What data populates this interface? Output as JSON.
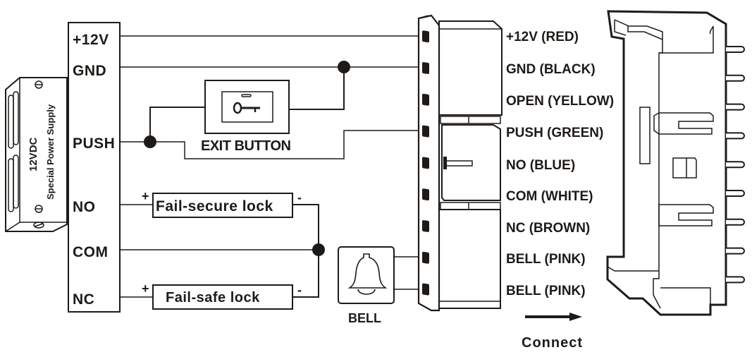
{
  "power_supply": {
    "voltage_label": "12VDC",
    "name_label": "Special Power Supply"
  },
  "controller_terminals": [
    {
      "id": "12v",
      "label": "+12V"
    },
    {
      "id": "gnd",
      "label": "GND"
    },
    {
      "id": "push",
      "label": "PUSH"
    },
    {
      "id": "no",
      "label": "NO"
    },
    {
      "id": "com",
      "label": "COM"
    },
    {
      "id": "nc",
      "label": "NC"
    }
  ],
  "exit_button": {
    "label": "EXIT BUTTON",
    "icon": "key-icon"
  },
  "locks": [
    {
      "id": "fail-secure",
      "label": "Fail-secure lock",
      "plus": "+",
      "minus": "-"
    },
    {
      "id": "fail-safe",
      "label": "Fail-safe lock",
      "plus": "+",
      "minus": "-"
    }
  ],
  "bell": {
    "label": "BELL",
    "icon": "bell-icon"
  },
  "connector_wires": [
    {
      "label": "+12V (RED)",
      "color": "#d62828"
    },
    {
      "label": "GND (BLACK)",
      "color": "#000000"
    },
    {
      "label": "OPEN (YELLOW)",
      "color": "#f2c300"
    },
    {
      "label": "PUSH (GREEN)",
      "color": "#2e9b3a"
    },
    {
      "label": "NO (BLUE)",
      "color": "#1f57c3"
    },
    {
      "label": "COM (WHITE)",
      "color": "#ffffff"
    },
    {
      "label": "NC (BROWN)",
      "color": "#7a4a1e"
    },
    {
      "label": "BELL (PINK)",
      "color": "#f08cb4"
    },
    {
      "label": "BELL (PINK)",
      "color": "#f08cb4"
    }
  ],
  "connect": {
    "label": "Connect",
    "icon": "arrow-right-icon"
  }
}
